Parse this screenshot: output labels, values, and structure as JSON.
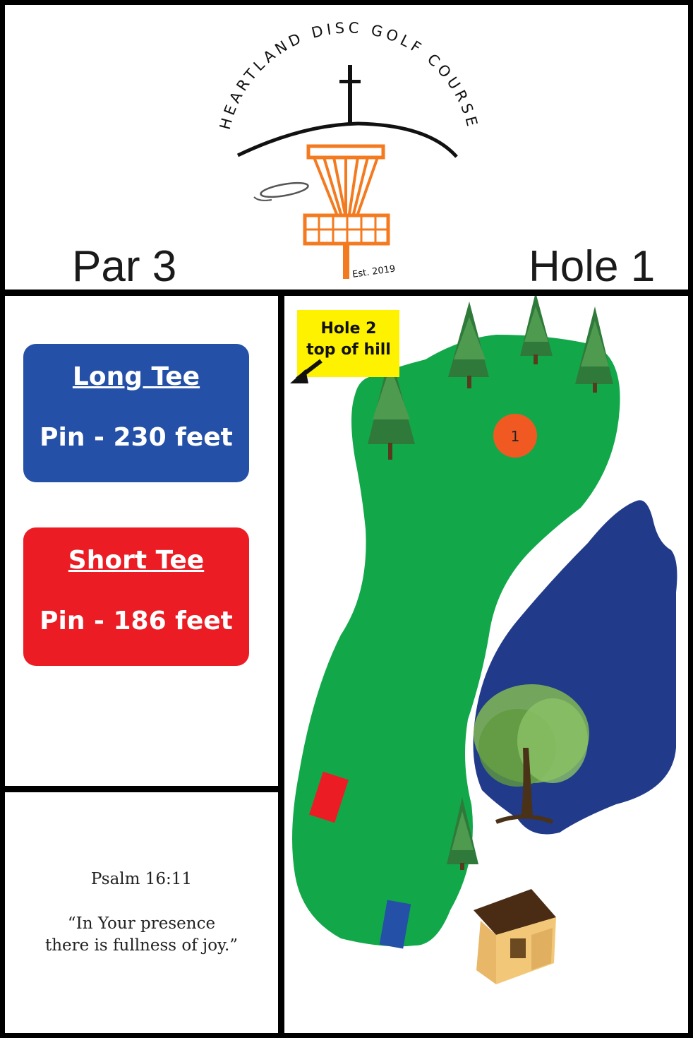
{
  "header": {
    "logo_arc_text": "HEARTLAND DISC GOLF COURSE",
    "logo_est": "Est. 2019",
    "par_label": "Par 3",
    "hole_label": "Hole 1"
  },
  "tees": {
    "long": {
      "title": "Long Tee",
      "distance": "Pin - 230 feet"
    },
    "short": {
      "title": "Short Tee",
      "distance": "Pin - 186 feet"
    }
  },
  "verse": {
    "reference": "Psalm 16:11",
    "line1": "“In Your presence",
    "line2": "there is fullness of joy.”"
  },
  "map": {
    "next_hole_sign_line1": "Hole 2",
    "next_hole_sign_line2": "top of hill",
    "basket_number": "1"
  },
  "colors": {
    "fairway": "#12a84a",
    "water": "#223a8a",
    "basket_marker": "#f05a22",
    "long_tee": "#2450a8",
    "short_tee": "#ec1c24",
    "sign": "#fff200",
    "logo_basket": "#f47a20"
  }
}
